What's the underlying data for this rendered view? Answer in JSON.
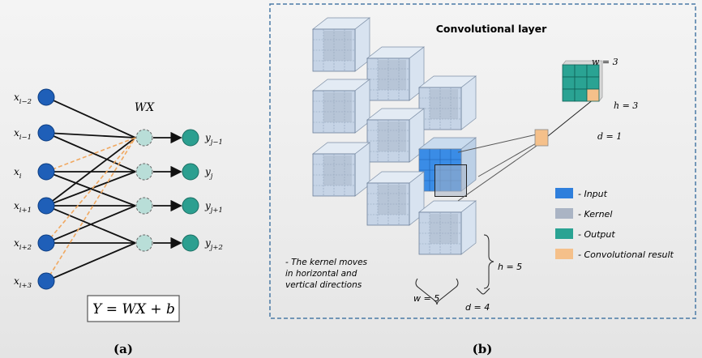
{
  "panel_a": {
    "inputs": [
      {
        "base": "x",
        "sub": "i−2"
      },
      {
        "base": "x",
        "sub": "i−1"
      },
      {
        "base": "x",
        "sub": "i"
      },
      {
        "base": "x",
        "sub": "i+1"
      },
      {
        "base": "x",
        "sub": "i+2"
      },
      {
        "base": "x",
        "sub": "i+3"
      }
    ],
    "outputs": [
      {
        "base": "y",
        "sub": "j−1"
      },
      {
        "base": "y",
        "sub": "j"
      },
      {
        "base": "y",
        "sub": "j+1"
      },
      {
        "base": "y",
        "sub": "j+2"
      }
    ],
    "hidden_label": "WX",
    "equation": "Y = WX + b",
    "caption": "(a)",
    "colors": {
      "input": "#1f5fb8",
      "hidden": "#b9ded8",
      "output": "#2c9f90",
      "edge": "#111111",
      "dashed": "#f0a860"
    }
  },
  "panel_b": {
    "title": "Convolutional layer",
    "note_lines": [
      "- The kernel moves",
      "in horizontal and",
      "vertical directions"
    ],
    "dims": {
      "w": "w = 5",
      "h": "h = 5",
      "d": "d = 4"
    },
    "kernel_dims": {
      "w": "w = 3",
      "h": "h = 3",
      "d": "d = 1"
    },
    "legend": [
      {
        "label": "- Input",
        "color": "#2f7fdc"
      },
      {
        "label": "- Kernel",
        "color": "#aab4c4"
      },
      {
        "label": "- Output",
        "color": "#2aa393"
      },
      {
        "label": "- Convolutional result",
        "color": "#f5c08a"
      }
    ],
    "caption": "(b)",
    "border_color": "#4a7aa6"
  }
}
